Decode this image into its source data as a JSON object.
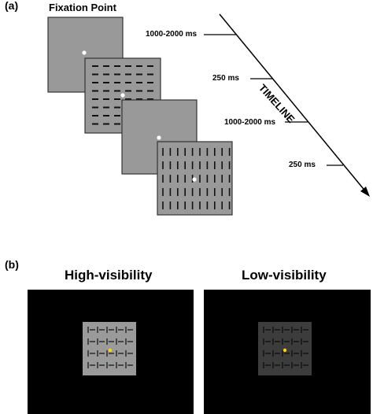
{
  "panel_a": {
    "label": "(a)",
    "fixation_label": "Fixation Point",
    "timeline_label": "TIMELINE",
    "durations": [
      "1000-2000 ms",
      "250 ms",
      "1000-2000 ms",
      "250 ms"
    ],
    "frames": [
      {
        "type": "fixation"
      },
      {
        "type": "horizontal-lines"
      },
      {
        "type": "fixation"
      },
      {
        "type": "vertical-lines"
      }
    ]
  },
  "panel_b": {
    "label": "(b)",
    "conditions": [
      {
        "title": "High-visibility"
      },
      {
        "title": "Low-visibility"
      }
    ]
  },
  "colors": {
    "frame_fill": "#999999",
    "frame_border": "#333333",
    "dot": "#ffffff",
    "display_bg": "#000000",
    "high_vis_square": "#9a9a9a",
    "low_vis_square": "#3c3c3c",
    "yellow_dot": "#ffd400"
  }
}
